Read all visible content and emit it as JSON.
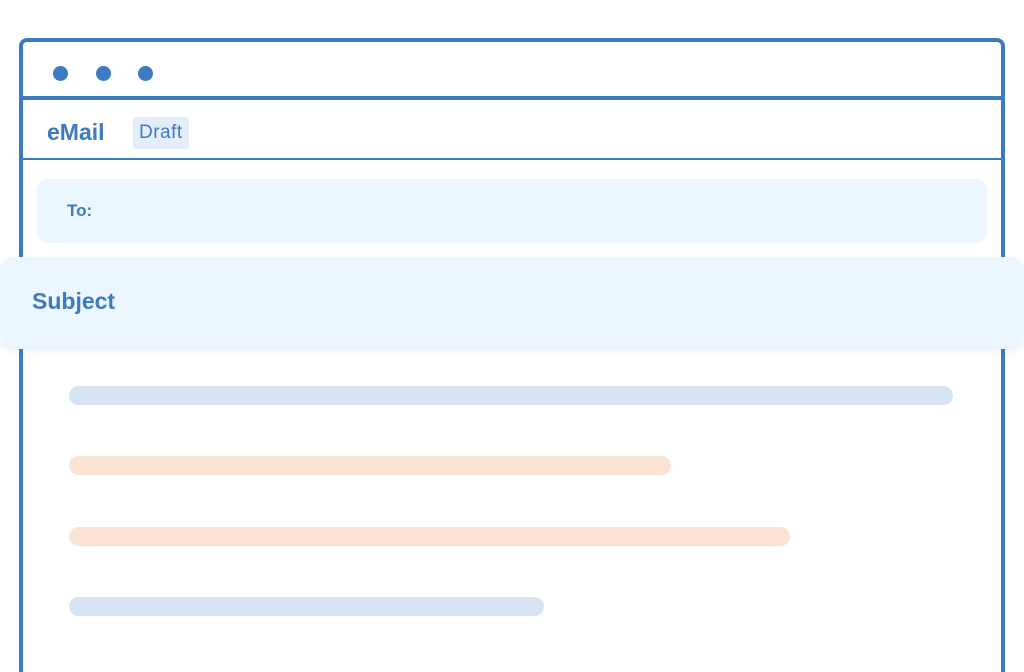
{
  "app": {
    "title": "eMail",
    "status": "Draft"
  },
  "compose": {
    "to_label": "To:",
    "subject_label": "Subject"
  },
  "colors": {
    "accent": "#3d7bc0",
    "field_bg": "#ecf6fe",
    "badge_bg": "#e3eefa",
    "line_blue": "#d7e5f3",
    "line_peach": "#fbe3d4"
  },
  "icons": {
    "window_controls": [
      "window-dot-icon",
      "window-dot-icon",
      "window-dot-icon"
    ]
  }
}
